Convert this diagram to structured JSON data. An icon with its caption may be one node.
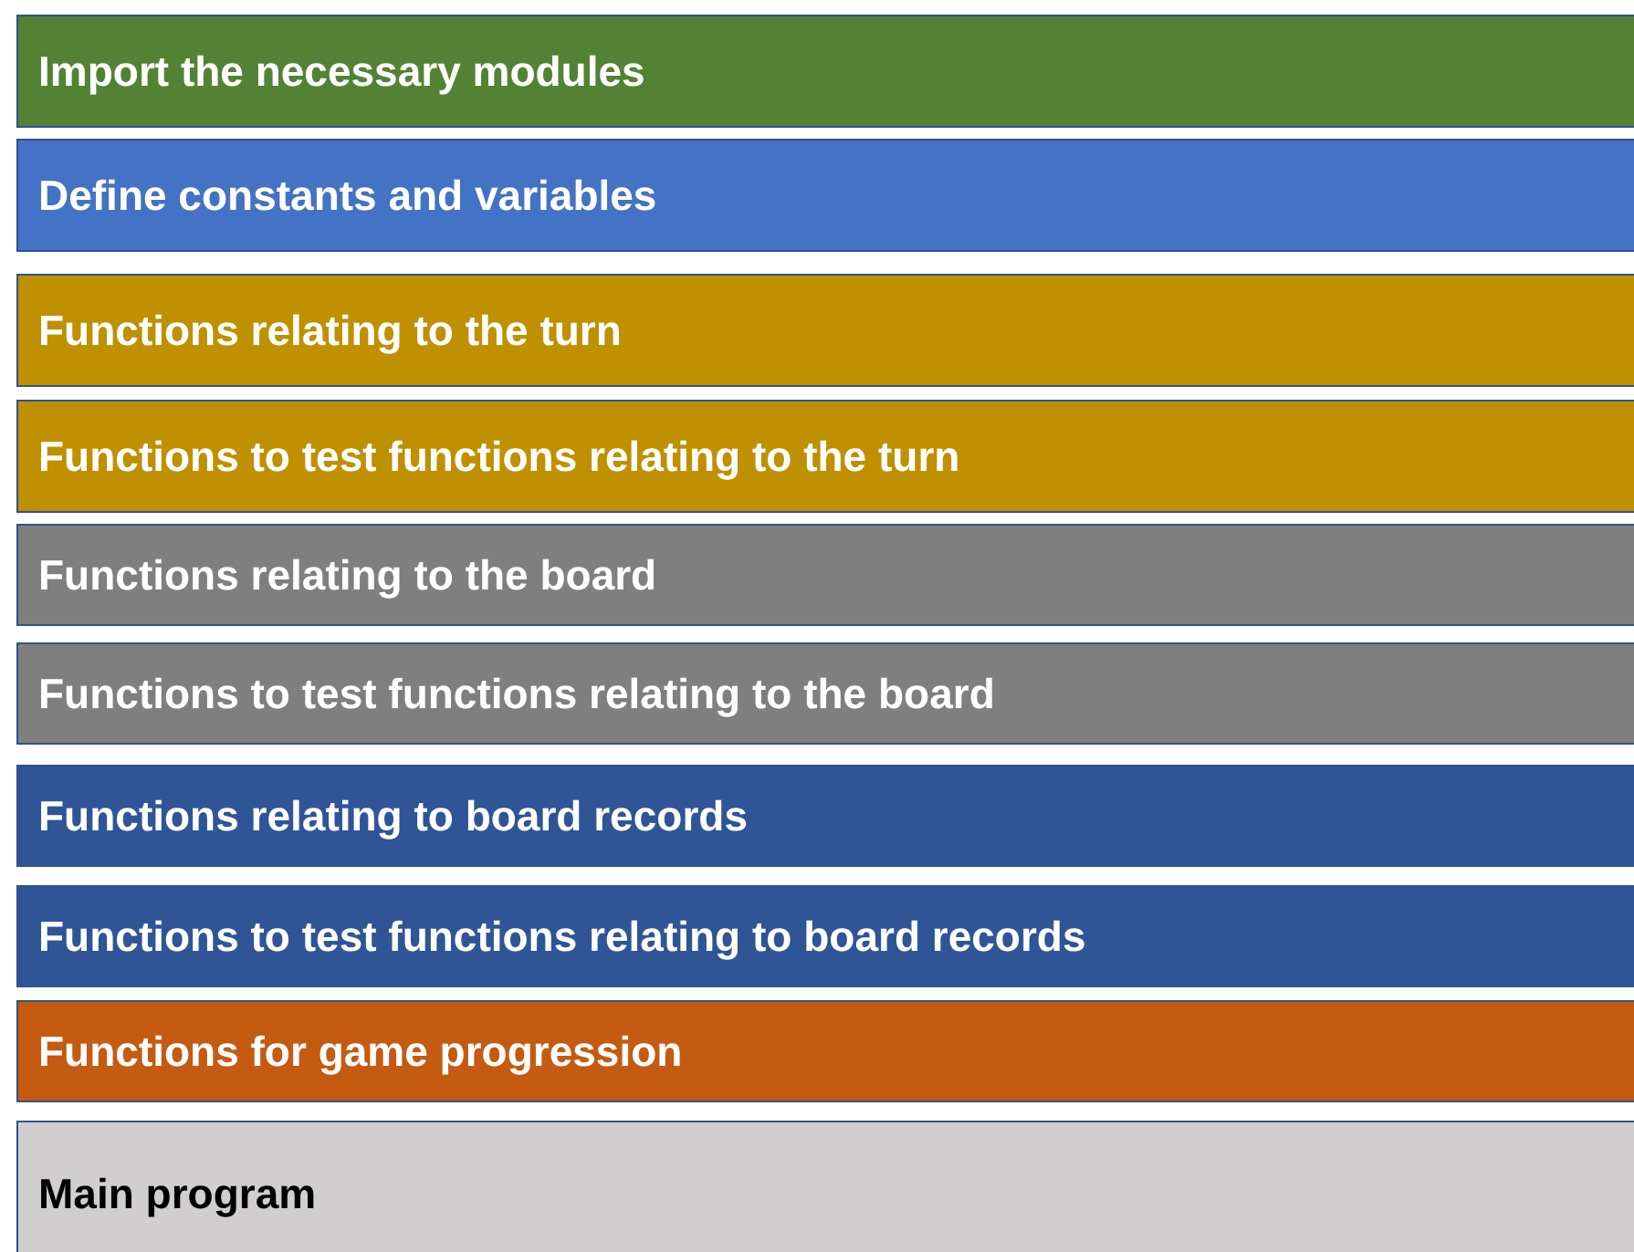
{
  "diagram": {
    "nodes": [
      {
        "text": [
          "Import the necessary modules"
        ]
      },
      {
        "text": [
          "Define constants and variables"
        ]
      },
      {
        "text": [
          "Functions relating to the turn"
        ]
      },
      {
        "text": [
          "Functions to test functions relating to the turn"
        ]
      },
      {
        "text": [
          "Functions relating to the board"
        ]
      },
      {
        "text": [
          "Functions to test functions relating to the board"
        ]
      },
      {
        "text": [
          "Functions relating to board records"
        ]
      },
      {
        "text": [
          "Functions to test functions relating to board records"
        ]
      },
      {
        "text": [
          "Functions for game progression"
        ]
      },
      {
        "text": [
          "Main program"
        ]
      }
    ]
  }
}
